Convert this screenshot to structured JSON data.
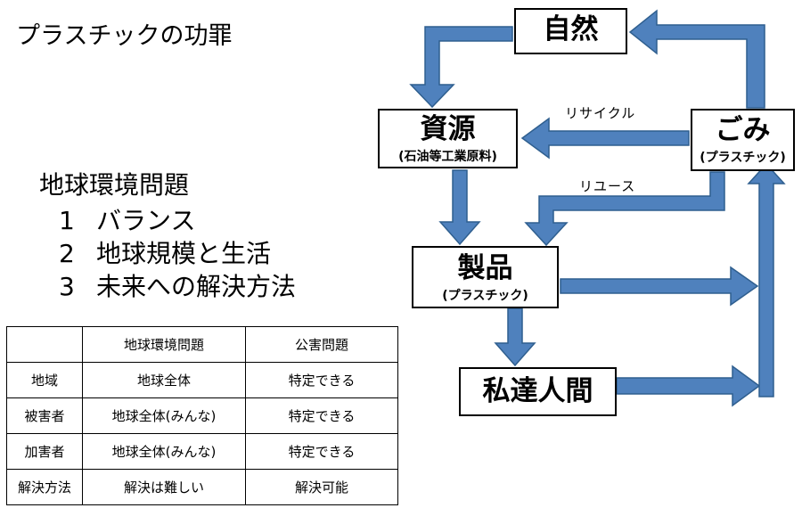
{
  "title": "プラスチックの功罪",
  "issues": {
    "heading": "地球環境問題",
    "items": [
      {
        "num": "1",
        "text": "バランス"
      },
      {
        "num": "2",
        "text": "地球規模と生活"
      },
      {
        "num": "3",
        "text": "未来への解決方法"
      }
    ]
  },
  "table": {
    "header": [
      "",
      "地球環境問題",
      "公害問題"
    ],
    "rows": [
      [
        "地域",
        "地球全体",
        "特定できる"
      ],
      [
        "被害者",
        "地球全体(みんな)",
        "特定できる"
      ],
      [
        "加害者",
        "地球全体(みんな)",
        "特定できる"
      ],
      [
        "解決方法",
        "解決は難しい",
        "解決可能"
      ]
    ]
  },
  "diagram": {
    "nodes": {
      "nature": {
        "label": "自然"
      },
      "resource": {
        "label": "資源",
        "sub": "(石油等工業原料)"
      },
      "garbage": {
        "label": "ごみ",
        "sub": "(プラスチック)"
      },
      "product": {
        "label": "製品",
        "sub": "(プラスチック)"
      },
      "people": {
        "label": "私達人間"
      }
    },
    "edge_labels": {
      "recycle": "リサイクル",
      "reuse": "リユース"
    },
    "colors": {
      "arrow_fill": "#4f81bd",
      "arrow_stroke": "#2f5f8f"
    }
  }
}
